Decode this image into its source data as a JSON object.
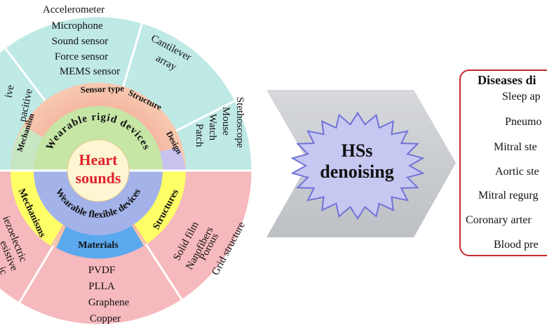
{
  "center": {
    "line1": "Heart",
    "line2": "sounds"
  },
  "rigid": {
    "ring_label": "Wearable rigid devices",
    "categories": {
      "mechanism": "Mechanism",
      "sensor_type": "Sensor type",
      "structure": "Structure",
      "design": "Design"
    },
    "sensor_types": [
      "Accelerometer",
      "Microphone",
      "Sound sensor",
      "Force sensor",
      "MEMS sensor"
    ],
    "structures": [
      "Cantilever",
      "array"
    ],
    "designs": [
      "Stethoscope",
      "Mouse",
      "Watch",
      "Patch"
    ],
    "mechanisms_partial": [
      "ive",
      "pacitive"
    ]
  },
  "flexible": {
    "ring_label": "Wearable flexible devices",
    "categories": {
      "mechanisms": "Mechanisms",
      "materials": "Materials",
      "structures": "Structures"
    },
    "materials": [
      "PVDF",
      "PLLA",
      "Graphene",
      "Copper"
    ],
    "structures": [
      "Solid film",
      "Nanofibers",
      "Porous",
      "Grid structure"
    ],
    "mechanisms_partial": [
      "iezoelectric",
      "esistive",
      "ic"
    ]
  },
  "process": {
    "line1": "HSs",
    "line2": "denoising"
  },
  "diseases": {
    "title": "Diseases di",
    "items": [
      "Sleep ap",
      "Pneumo",
      "Mitral ste",
      "Aortic ste",
      "Mitral regurg",
      "Coronary arter",
      "Blood pre"
    ]
  },
  "colors": {
    "rigid_outer": "#bfe9e4",
    "flexible_outer": "#f6b9bd",
    "sensor_band": "#f5c3ab",
    "rigid_inner": "#c6e6a6",
    "flexible_inner": "#a3b3ea",
    "center": "#fdf6d2",
    "center_text": "#e0202a",
    "mechanisms_band": "#ffff66",
    "materials_band": "#5aa8ee",
    "arrow_fill": "#c9ccd0",
    "star_fill": "#c6c8f2",
    "star_stroke": "#7072d8",
    "disease_border": "#c8282e"
  }
}
